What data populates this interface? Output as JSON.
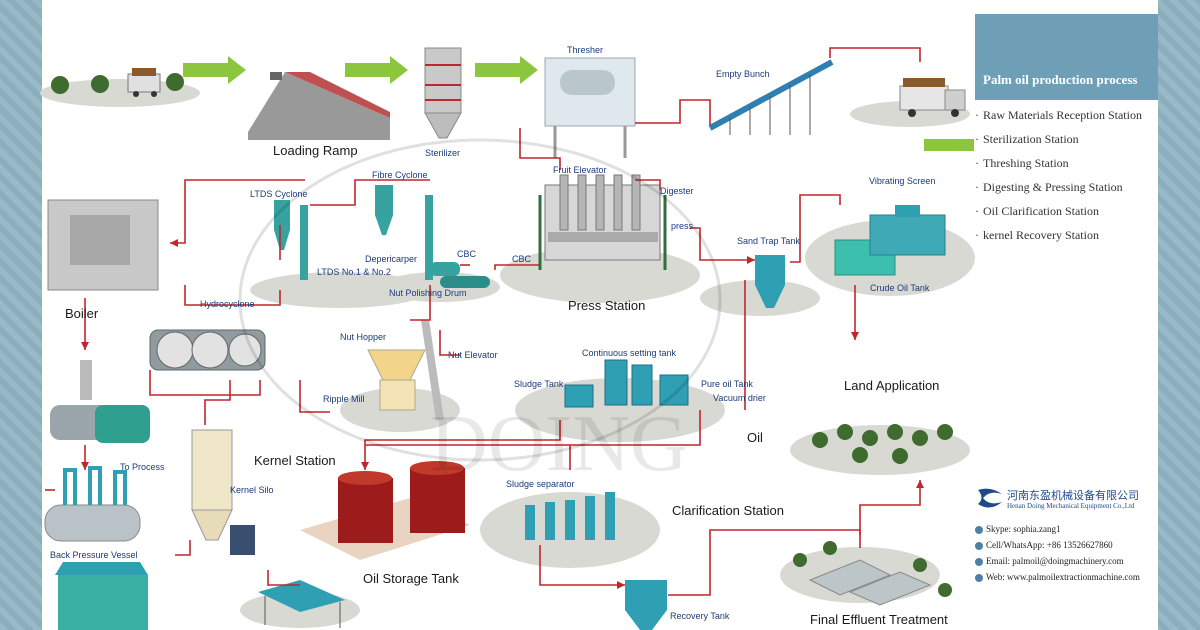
{
  "diagram": {
    "stages": [
      {
        "label": "Loading Ramp"
      },
      {
        "label": "Sterilizer"
      },
      {
        "label": "Thresher"
      },
      {
        "label": "Empty Bunch"
      },
      {
        "label": "Fruit Elevator"
      },
      {
        "label": "Digester"
      },
      {
        "label": "press"
      },
      {
        "label": "Press Station"
      },
      {
        "label": "CBC"
      },
      {
        "label": "CBC"
      },
      {
        "label": "Fibre Cyclone"
      },
      {
        "label": "LTDS Cyclone"
      },
      {
        "label": "Depericarper"
      },
      {
        "label": "Nut Polishing Drum"
      },
      {
        "label": "LTDS No.1 & No.2"
      },
      {
        "label": "Hydrocyclone"
      },
      {
        "label": "Boiler"
      },
      {
        "label": "Nut Hopper"
      },
      {
        "label": "Nut Elevator"
      },
      {
        "label": "Ripple Mill"
      },
      {
        "label": "Kernel Station"
      },
      {
        "label": "Kernel Silo"
      },
      {
        "label": "To Process"
      },
      {
        "label": "Back Pressure Vessel"
      },
      {
        "label": "Oil Storage Tank"
      },
      {
        "label": "Continuous setting tank"
      },
      {
        "label": "Sludge Tank"
      },
      {
        "label": "Pure oil Tank"
      },
      {
        "label": "Vacuum drier"
      },
      {
        "label": "Oil"
      },
      {
        "label": "Sludge separator"
      },
      {
        "label": "Clarification Station"
      },
      {
        "label": "Recovery Tank"
      },
      {
        "label": "Sand Trap Tank"
      },
      {
        "label": "Vibrating Screen"
      },
      {
        "label": "Crude Oil Tank"
      },
      {
        "label": "Land Application"
      },
      {
        "label": "Final Effluent Treatment"
      }
    ],
    "watermark": "DOING"
  },
  "sidebar": {
    "title": "Palm oil production process",
    "items": [
      "Raw Materials Reception Station",
      "Sterilization Station",
      "Threshing Station",
      "Digesting & Pressing Station",
      "Oil Clarification Station",
      "kernel Recovery Station"
    ]
  },
  "company": {
    "name_cn": "河南东盈机械设备有限公司",
    "name_en": "Henan Doing Mechanical Equipment Co.,Ltd",
    "logo_text": "DOING"
  },
  "contacts": [
    "Skype: sophia.zang1",
    "Cell/WhatsApp: +86 13526627860",
    "Email: palmoil@doingmachinery.com",
    "Web: www.palmoilextractionmachine.com"
  ],
  "colors": {
    "arrow_red": "#c0272d",
    "arrow_green": "#8cc63f",
    "panel_blue": "#6f9fb7",
    "machine_teal": "#2f9fb3",
    "tank_red": "#9e1b1b"
  }
}
